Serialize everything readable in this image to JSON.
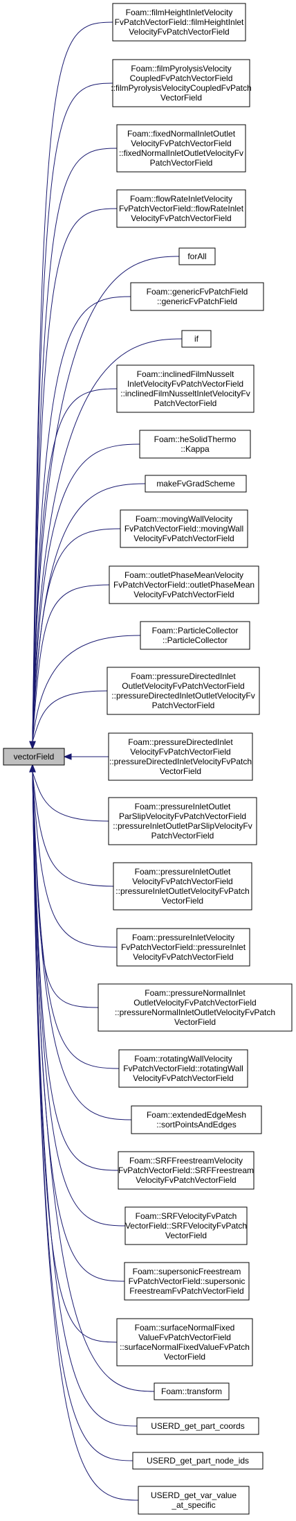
{
  "root": {
    "lines": [
      "vectorField"
    ]
  },
  "nodes": [
    {
      "lines": [
        "Foam::filmHeightInletVelocity",
        "FvPatchVectorField::filmHeightInlet",
        "VelocityFvPatchVectorField"
      ]
    },
    {
      "lines": [
        "Foam::filmPyrolysisVelocity",
        "CoupledFvPatchVectorField",
        "::filmPyrolysisVelocityCoupledFvPatch",
        "VectorField"
      ]
    },
    {
      "lines": [
        "Foam::fixedNormalInletOutlet",
        "VelocityFvPatchVectorField",
        "::fixedNormalInletOutletVelocityFv",
        "PatchVectorField"
      ]
    },
    {
      "lines": [
        "Foam::flowRateInletVelocity",
        "FvPatchVectorField::flowRateInlet",
        "VelocityFvPatchVectorField"
      ]
    },
    {
      "lines": [
        "forAll"
      ]
    },
    {
      "lines": [
        "Foam::genericFvPatchField",
        "::genericFvPatchField"
      ]
    },
    {
      "lines": [
        "if"
      ]
    },
    {
      "lines": [
        "Foam::inclinedFilmNusselt",
        "InletVelocityFvPatchVectorField",
        "::inclinedFilmNusseltInletVelocityFv",
        "PatchVectorField"
      ]
    },
    {
      "lines": [
        "Foam::heSolidThermo",
        "::Kappa"
      ]
    },
    {
      "lines": [
        "makeFvGradScheme"
      ]
    },
    {
      "lines": [
        "Foam::movingWallVelocity",
        "FvPatchVectorField::movingWall",
        "VelocityFvPatchVectorField"
      ]
    },
    {
      "lines": [
        "Foam::outletPhaseMeanVelocity",
        "FvPatchVectorField::outletPhaseMean",
        "VelocityFvPatchVectorField"
      ]
    },
    {
      "lines": [
        "Foam::ParticleCollector",
        "::ParticleCollector"
      ]
    },
    {
      "lines": [
        "Foam::pressureDirectedInlet",
        "OutletVelocityFvPatchVectorField",
        "::pressureDirectedInletOutletVelocityFv",
        "PatchVectorField"
      ]
    },
    {
      "lines": [
        "Foam::pressureDirectedInlet",
        "VelocityFvPatchVectorField",
        "::pressureDirectedInletVelocityFvPatch",
        "VectorField"
      ]
    },
    {
      "lines": [
        "Foam::pressureInletOutlet",
        "ParSlipVelocityFvPatchVectorField",
        "::pressureInletOutletParSlipVelocityFv",
        "PatchVectorField"
      ]
    },
    {
      "lines": [
        "Foam::pressureInletOutlet",
        "VelocityFvPatchVectorField",
        "::pressureInletOutletVelocityFvPatch",
        "VectorField"
      ]
    },
    {
      "lines": [
        "Foam::pressureInletVelocity",
        "FvPatchVectorField::pressureInlet",
        "VelocityFvPatchVectorField"
      ]
    },
    {
      "lines": [
        "Foam::pressureNormalInlet",
        "OutletVelocityFvPatchVectorField",
        "::pressureNormalInletOutletVelocityFvPatch",
        "VectorField"
      ]
    },
    {
      "lines": [
        "Foam::rotatingWallVelocity",
        "FvPatchVectorField::rotatingWall",
        "VelocityFvPatchVectorField"
      ]
    },
    {
      "lines": [
        "Foam::extendedEdgeMesh",
        "::sortPointsAndEdges"
      ]
    },
    {
      "lines": [
        "Foam::SRFFreestreamVelocity",
        "FvPatchVectorField::SRFFreestream",
        "VelocityFvPatchVectorField"
      ]
    },
    {
      "lines": [
        "Foam::SRFVelocityFvPatch",
        "VectorField::SRFVelocityFvPatch",
        "VectorField"
      ]
    },
    {
      "lines": [
        "Foam::supersonicFreestream",
        "FvPatchVectorField::supersonic",
        "FreestreamFvPatchVectorField"
      ]
    },
    {
      "lines": [
        "Foam::surfaceNormalFixed",
        "ValueFvPatchVectorField",
        "::surfaceNormalFixedValueFvPatch",
        "VectorField"
      ]
    },
    {
      "lines": [
        "Foam::transform"
      ]
    },
    {
      "lines": [
        "USERD_get_part_coords"
      ]
    },
    {
      "lines": [
        "USERD_get_part_node_ids"
      ]
    },
    {
      "lines": [
        "USERD_get_var_value",
        "_at_specific"
      ]
    }
  ]
}
